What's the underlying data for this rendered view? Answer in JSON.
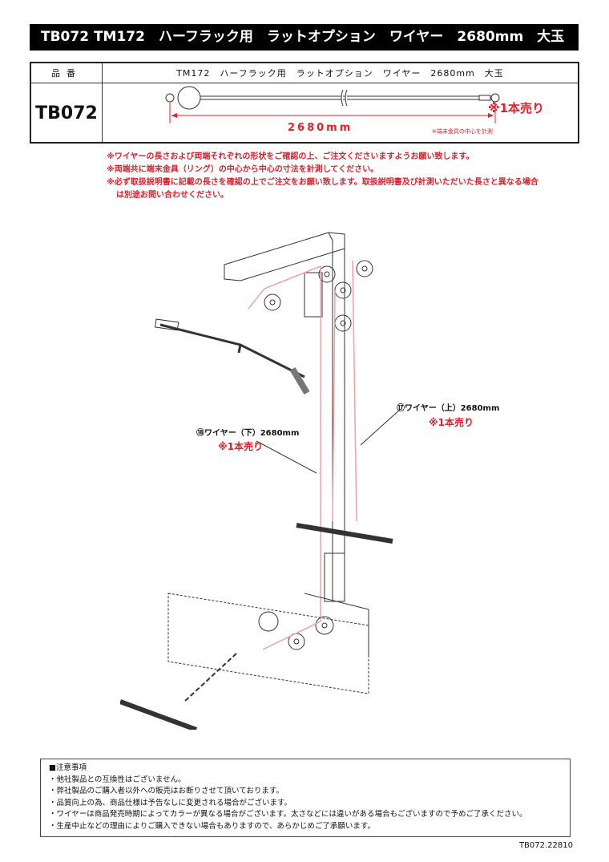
{
  "title": "TB072 TM172　ハーフラック用　ラットオプション　ワイヤー　2680mm　大玉",
  "spec_table": {
    "header_label": "品番",
    "header_value": "TM172　ハーフラック用　ラットオプション　ワイヤー　2680mm　大玉",
    "code": "TB072",
    "length": "2680mm",
    "single_note": "※1本売り",
    "measure_note": "※端末金具の中心を計測"
  },
  "order_notes": [
    "※ワイヤーの長さおよび両端それぞれの形状をご確認の上、ご注文くださいますようお願い致します。",
    "※両端共に端末金具（リング）の中心から中心の寸法を計測してください。",
    "※必ず取扱説明書に記載の長さを確認の上でご注文をお願い致します。取扱説明書及び計測いただいた長さと異なる場合",
    "は別途お問い合わせください。"
  ],
  "diagram_labels": {
    "upper_wire": "⑰ワイヤー（上）2680mm",
    "upper_note": "※1本売り",
    "lower_wire": "⑱ワイヤー（下）2680mm",
    "lower_note": "※1本売り"
  },
  "caution": {
    "heading": "■注意事項",
    "items": [
      "・他社製品との互換性はございません。",
      "・弊社製品のご購入者以外への販売はお断りさせて頂いております。",
      "・品質向上の為、商品仕様は予告なしに変更される場合がございます。",
      "・ワイヤーは商品発売時期によってカラーが異なる場合がございます。太さなどには違いがある場合もございますので予めご了承ください。",
      "・生産中止などの理由によりご購入できない場合もありますので、あらかじめご了承願います。"
    ]
  },
  "footer_code": "TB072.22810",
  "colors": {
    "accent": "#e0202a",
    "wire": "#f2a0a8"
  }
}
